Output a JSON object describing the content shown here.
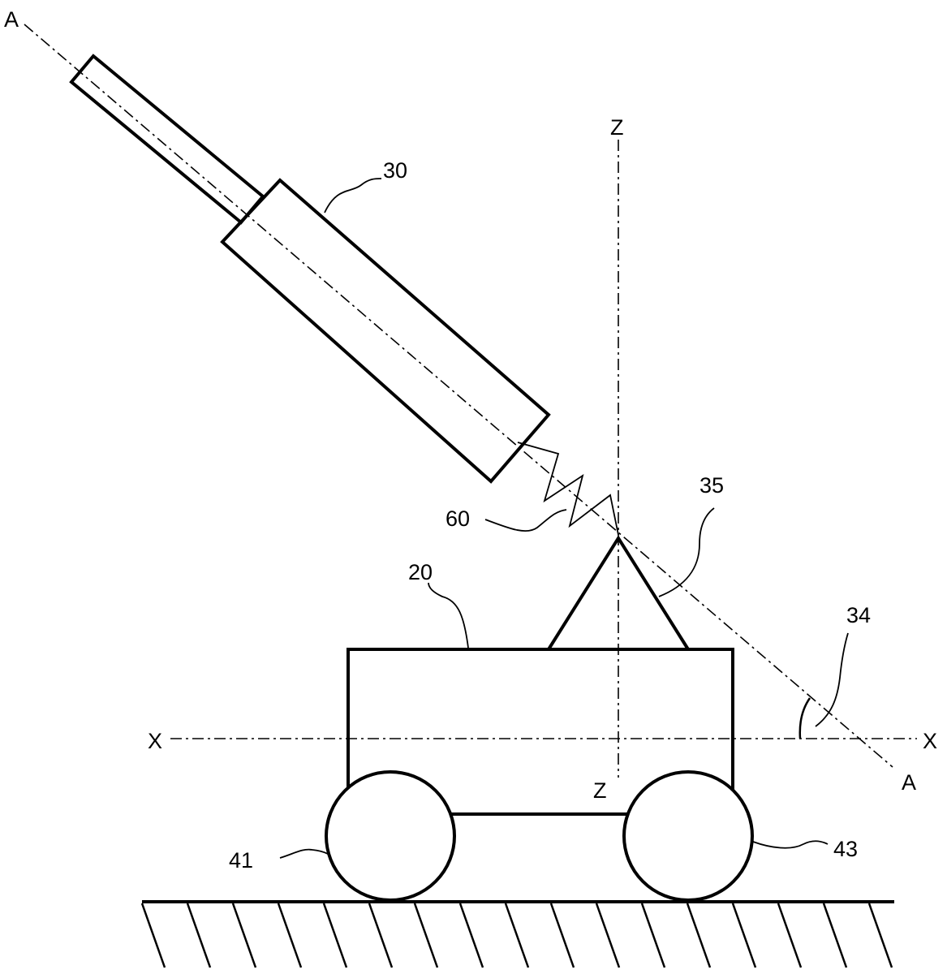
{
  "figure": {
    "axis_labels": {
      "a_top": "A",
      "a_bottom": "A",
      "z_top": "Z",
      "z_bottom": "Z",
      "x_left": "X",
      "x_right": "X"
    },
    "reference_numerals": {
      "cart": "20",
      "tool": "30",
      "angle": "34",
      "cone": "35",
      "wave": "60",
      "wheel_left": "41",
      "wheel_right": "43"
    }
  }
}
